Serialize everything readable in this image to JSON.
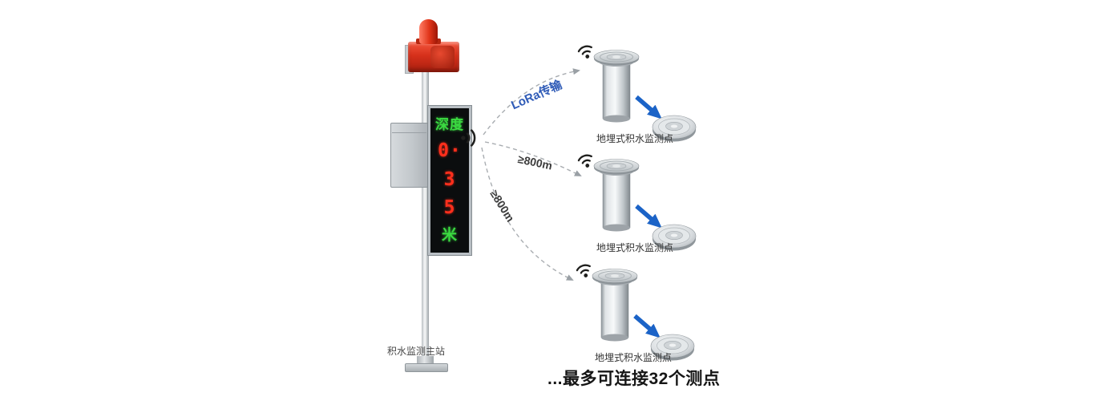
{
  "station": {
    "label": "积水监测主站",
    "display_rows": [
      {
        "text": "深度",
        "color": "#3bda41"
      },
      {
        "text": "0·",
        "color": "#ff2f1c"
      },
      {
        "text": "3",
        "color": "#ff2f1c"
      },
      {
        "text": "5",
        "color": "#ff2f1c"
      },
      {
        "text": "米",
        "color": "#3bda41"
      }
    ]
  },
  "links": {
    "lora_label": "LoRa传输",
    "distance_mid": "≥800m",
    "distance_bottom": "≥800m"
  },
  "sensors": [
    {
      "label": "地埋式积水监测点"
    },
    {
      "label": "地埋式积水监测点"
    },
    {
      "label": "地埋式积水监测点"
    }
  ],
  "footer": "...最多可连接32个测点",
  "icons": {
    "station_signal": "signal-arcs-icon",
    "sensor_wifi": "wifi-icon",
    "link_arrow": "blue-arrow-icon",
    "alarm": "alarm-beacon"
  },
  "colors": {
    "arrow_blue": "#1b63c7",
    "lora_text": "#2f5bb7",
    "beacon_red": "#d6301b",
    "led_green": "#3bda41",
    "led_red": "#ff2f1c"
  }
}
